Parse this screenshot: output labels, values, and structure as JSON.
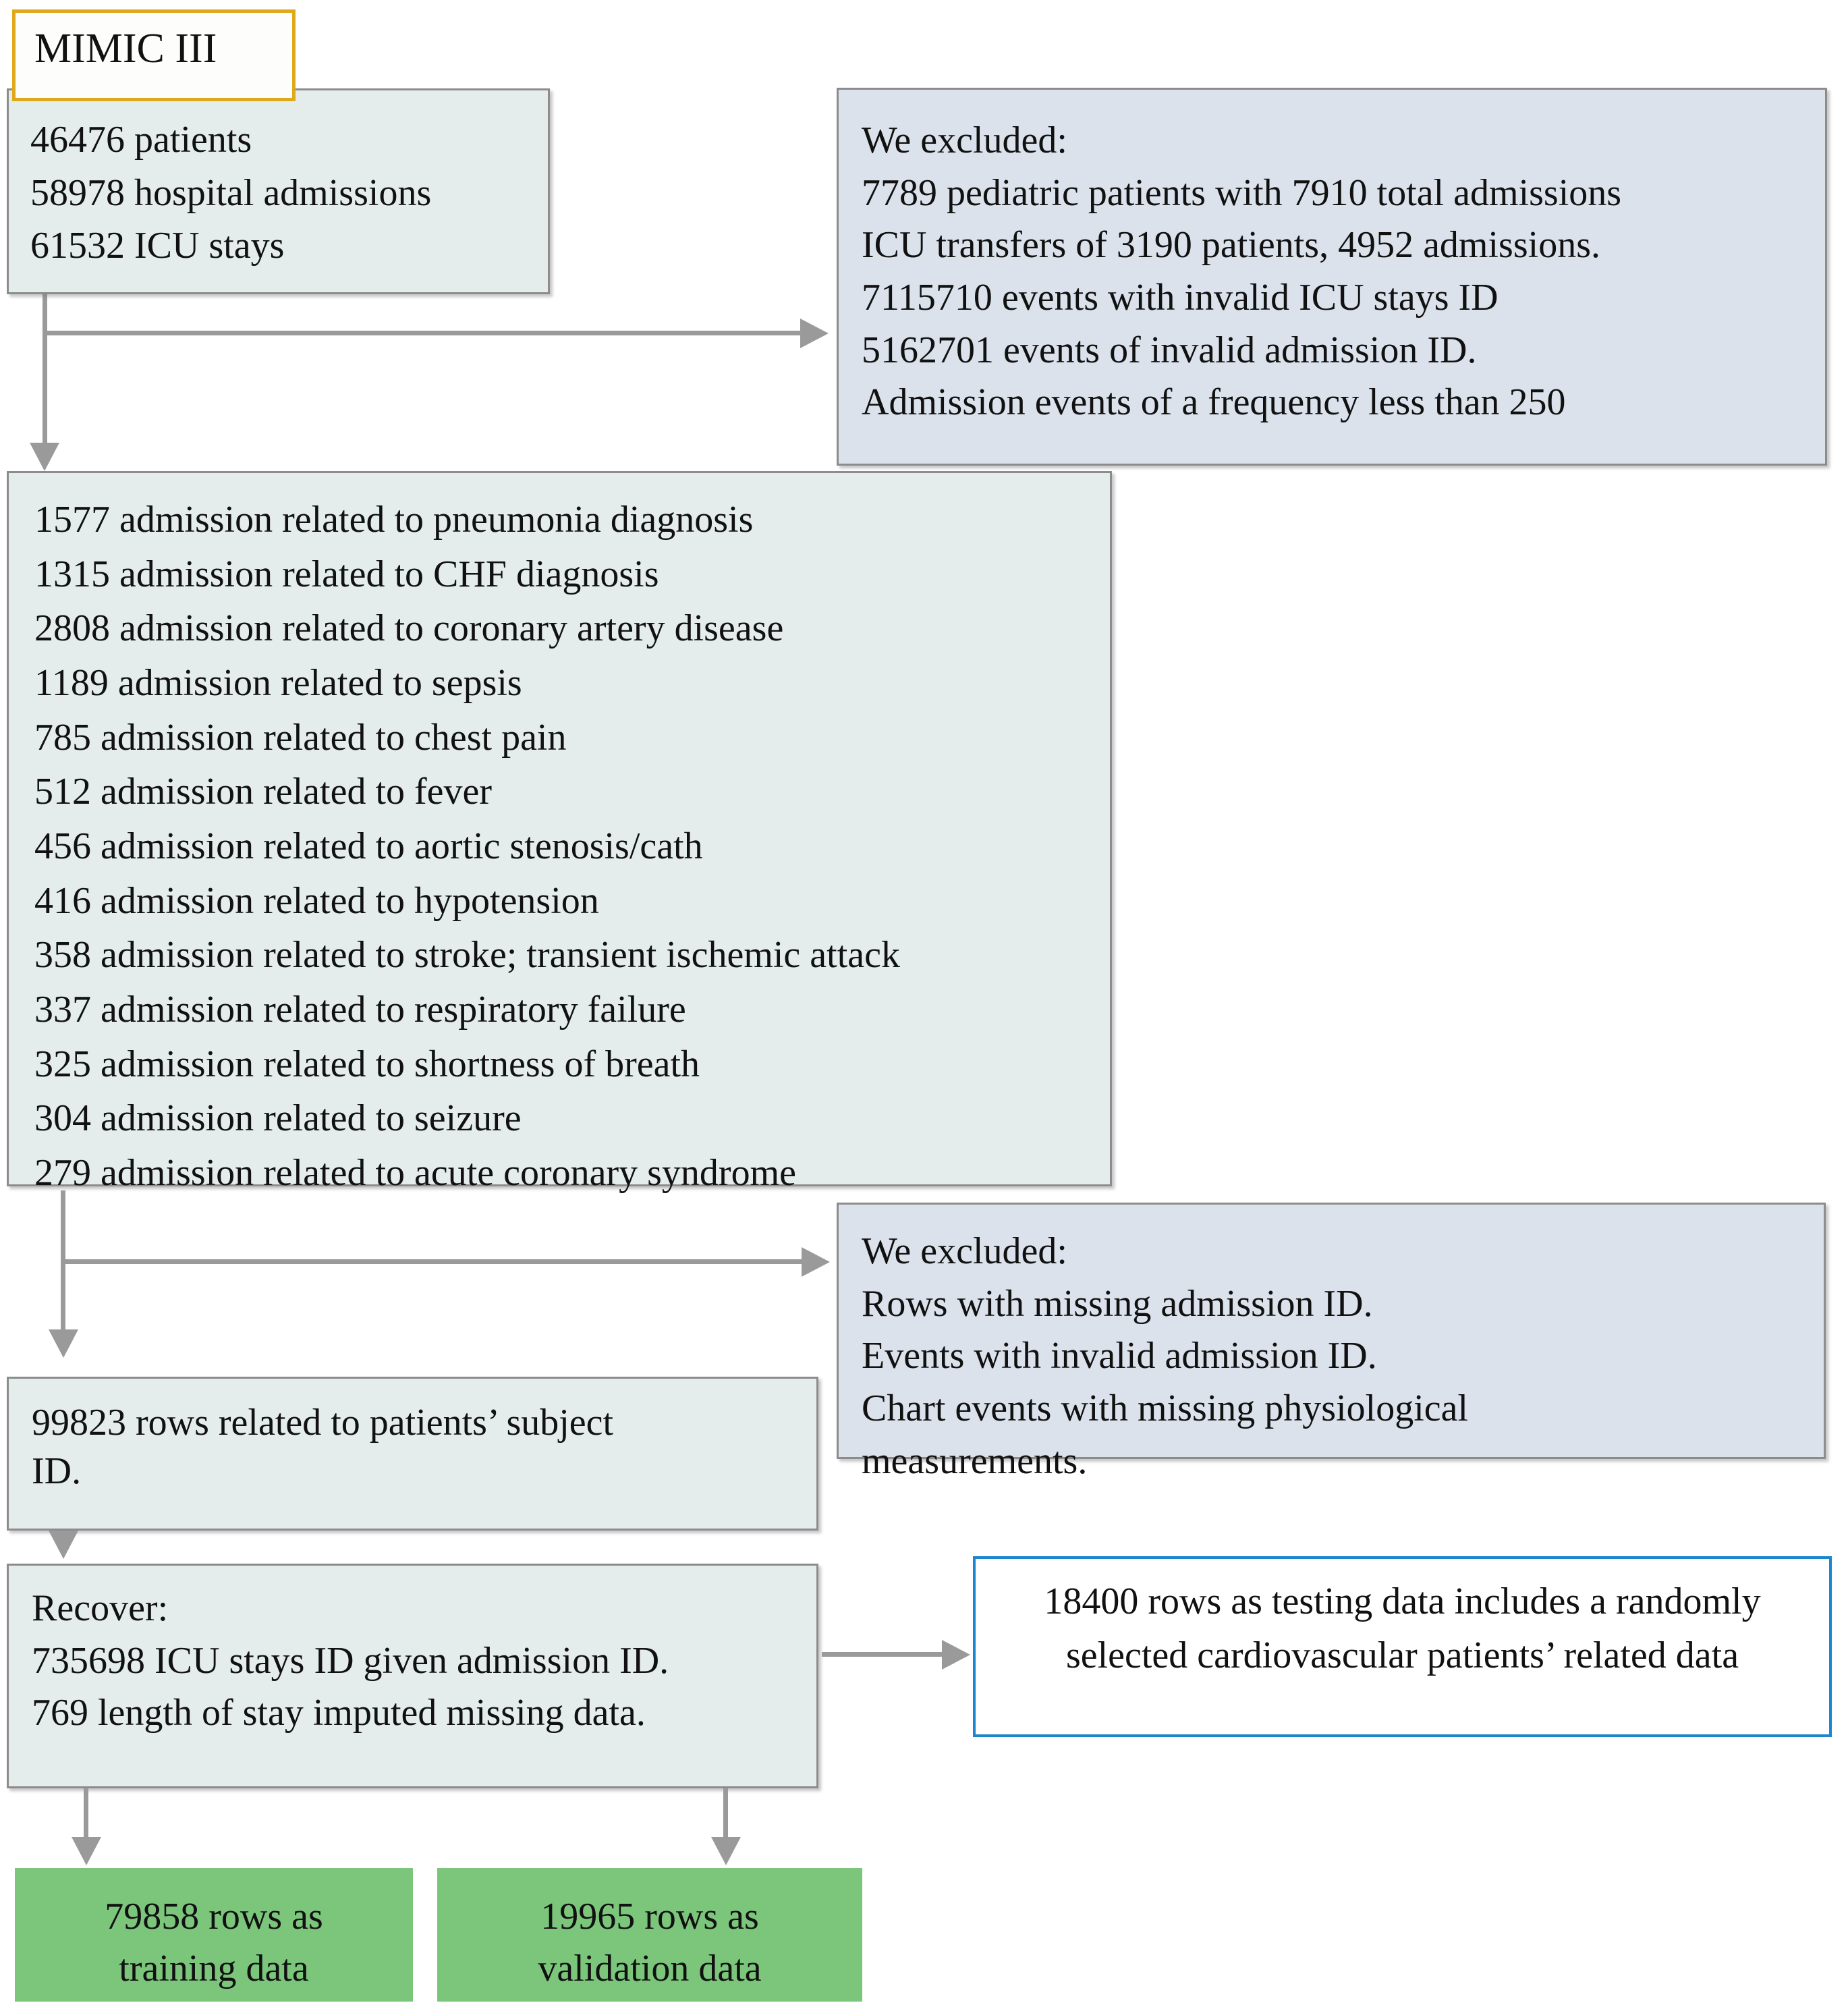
{
  "diagram": {
    "type": "flowchart",
    "title": "MIMIC III data selection flowchart",
    "colors": {
      "title_border": "#dfa91c",
      "box_fill_pale": "#e5ecec",
      "box_fill_bluegray": "#dbe2ec",
      "box_fill_green": "#7cc67c",
      "testing_border": "#1c87cf",
      "connector": "#9a9a9a",
      "box_border": "#8c8c8c"
    }
  },
  "source": {
    "title": "MIMIC III",
    "stats": [
      "46476 patients",
      "58978 hospital admissions",
      "61532 ICU stays"
    ]
  },
  "exclusion_one": {
    "heading": "We excluded:",
    "items": [
      "7789 pediatric patients with 7910 total admissions",
      "ICU transfers of 3190 patients, 4952 admissions.",
      "7115710 events with invalid ICU stays ID",
      "5162701 events of invalid admission ID.",
      "Admission events of a frequency less than 250"
    ]
  },
  "diagnoses": {
    "items": [
      "1577 admission related to pneumonia diagnosis",
      "1315 admission related to CHF diagnosis",
      "2808 admission related to coronary artery disease",
      "1189 admission related to sepsis",
      "785 admission related to chest pain",
      "512 admission related to fever",
      "456 admission related to aortic stenosis/cath",
      "416 admission related to hypotension",
      "358 admission related to stroke; transient ischemic attack",
      "337 admission related to respiratory failure",
      "325 admission related to shortness of breath",
      "304 admission related to seizure",
      "279 admission related to acute coronary syndrome"
    ],
    "counts": [
      1577,
      1315,
      2808,
      1189,
      785,
      512,
      456,
      416,
      358,
      337,
      325,
      304,
      279
    ],
    "labels": [
      "pneumonia diagnosis",
      "CHF diagnosis",
      "coronary artery disease",
      "sepsis",
      "chest pain",
      "fever",
      "aortic stenosis/cath",
      "hypotension",
      "stroke; transient ischemic attack",
      "respiratory failure",
      "shortness of breath",
      "seizure",
      "acute coronary syndrome"
    ]
  },
  "exclusion_two": {
    "heading": "We excluded:",
    "items": [
      "Rows with missing admission ID.",
      "Events with invalid admission ID.",
      "Chart events with missing physiological",
      "measurements."
    ]
  },
  "subject_rows": {
    "line1": "99823 rows related to patients’ subject",
    "line2": "ID."
  },
  "recover": {
    "heading": "Recover:",
    "items": [
      "735698 ICU stays ID given admission ID.",
      "769 length of stay imputed missing data."
    ]
  },
  "testing_data": {
    "text": "18400 rows as testing data includes a randomly selected cardiovascular patients’ related data"
  },
  "training_data": {
    "line1": "79858 rows as",
    "line2": "training data"
  },
  "validation_data": {
    "line1": "19965 rows as",
    "line2": "validation data"
  }
}
